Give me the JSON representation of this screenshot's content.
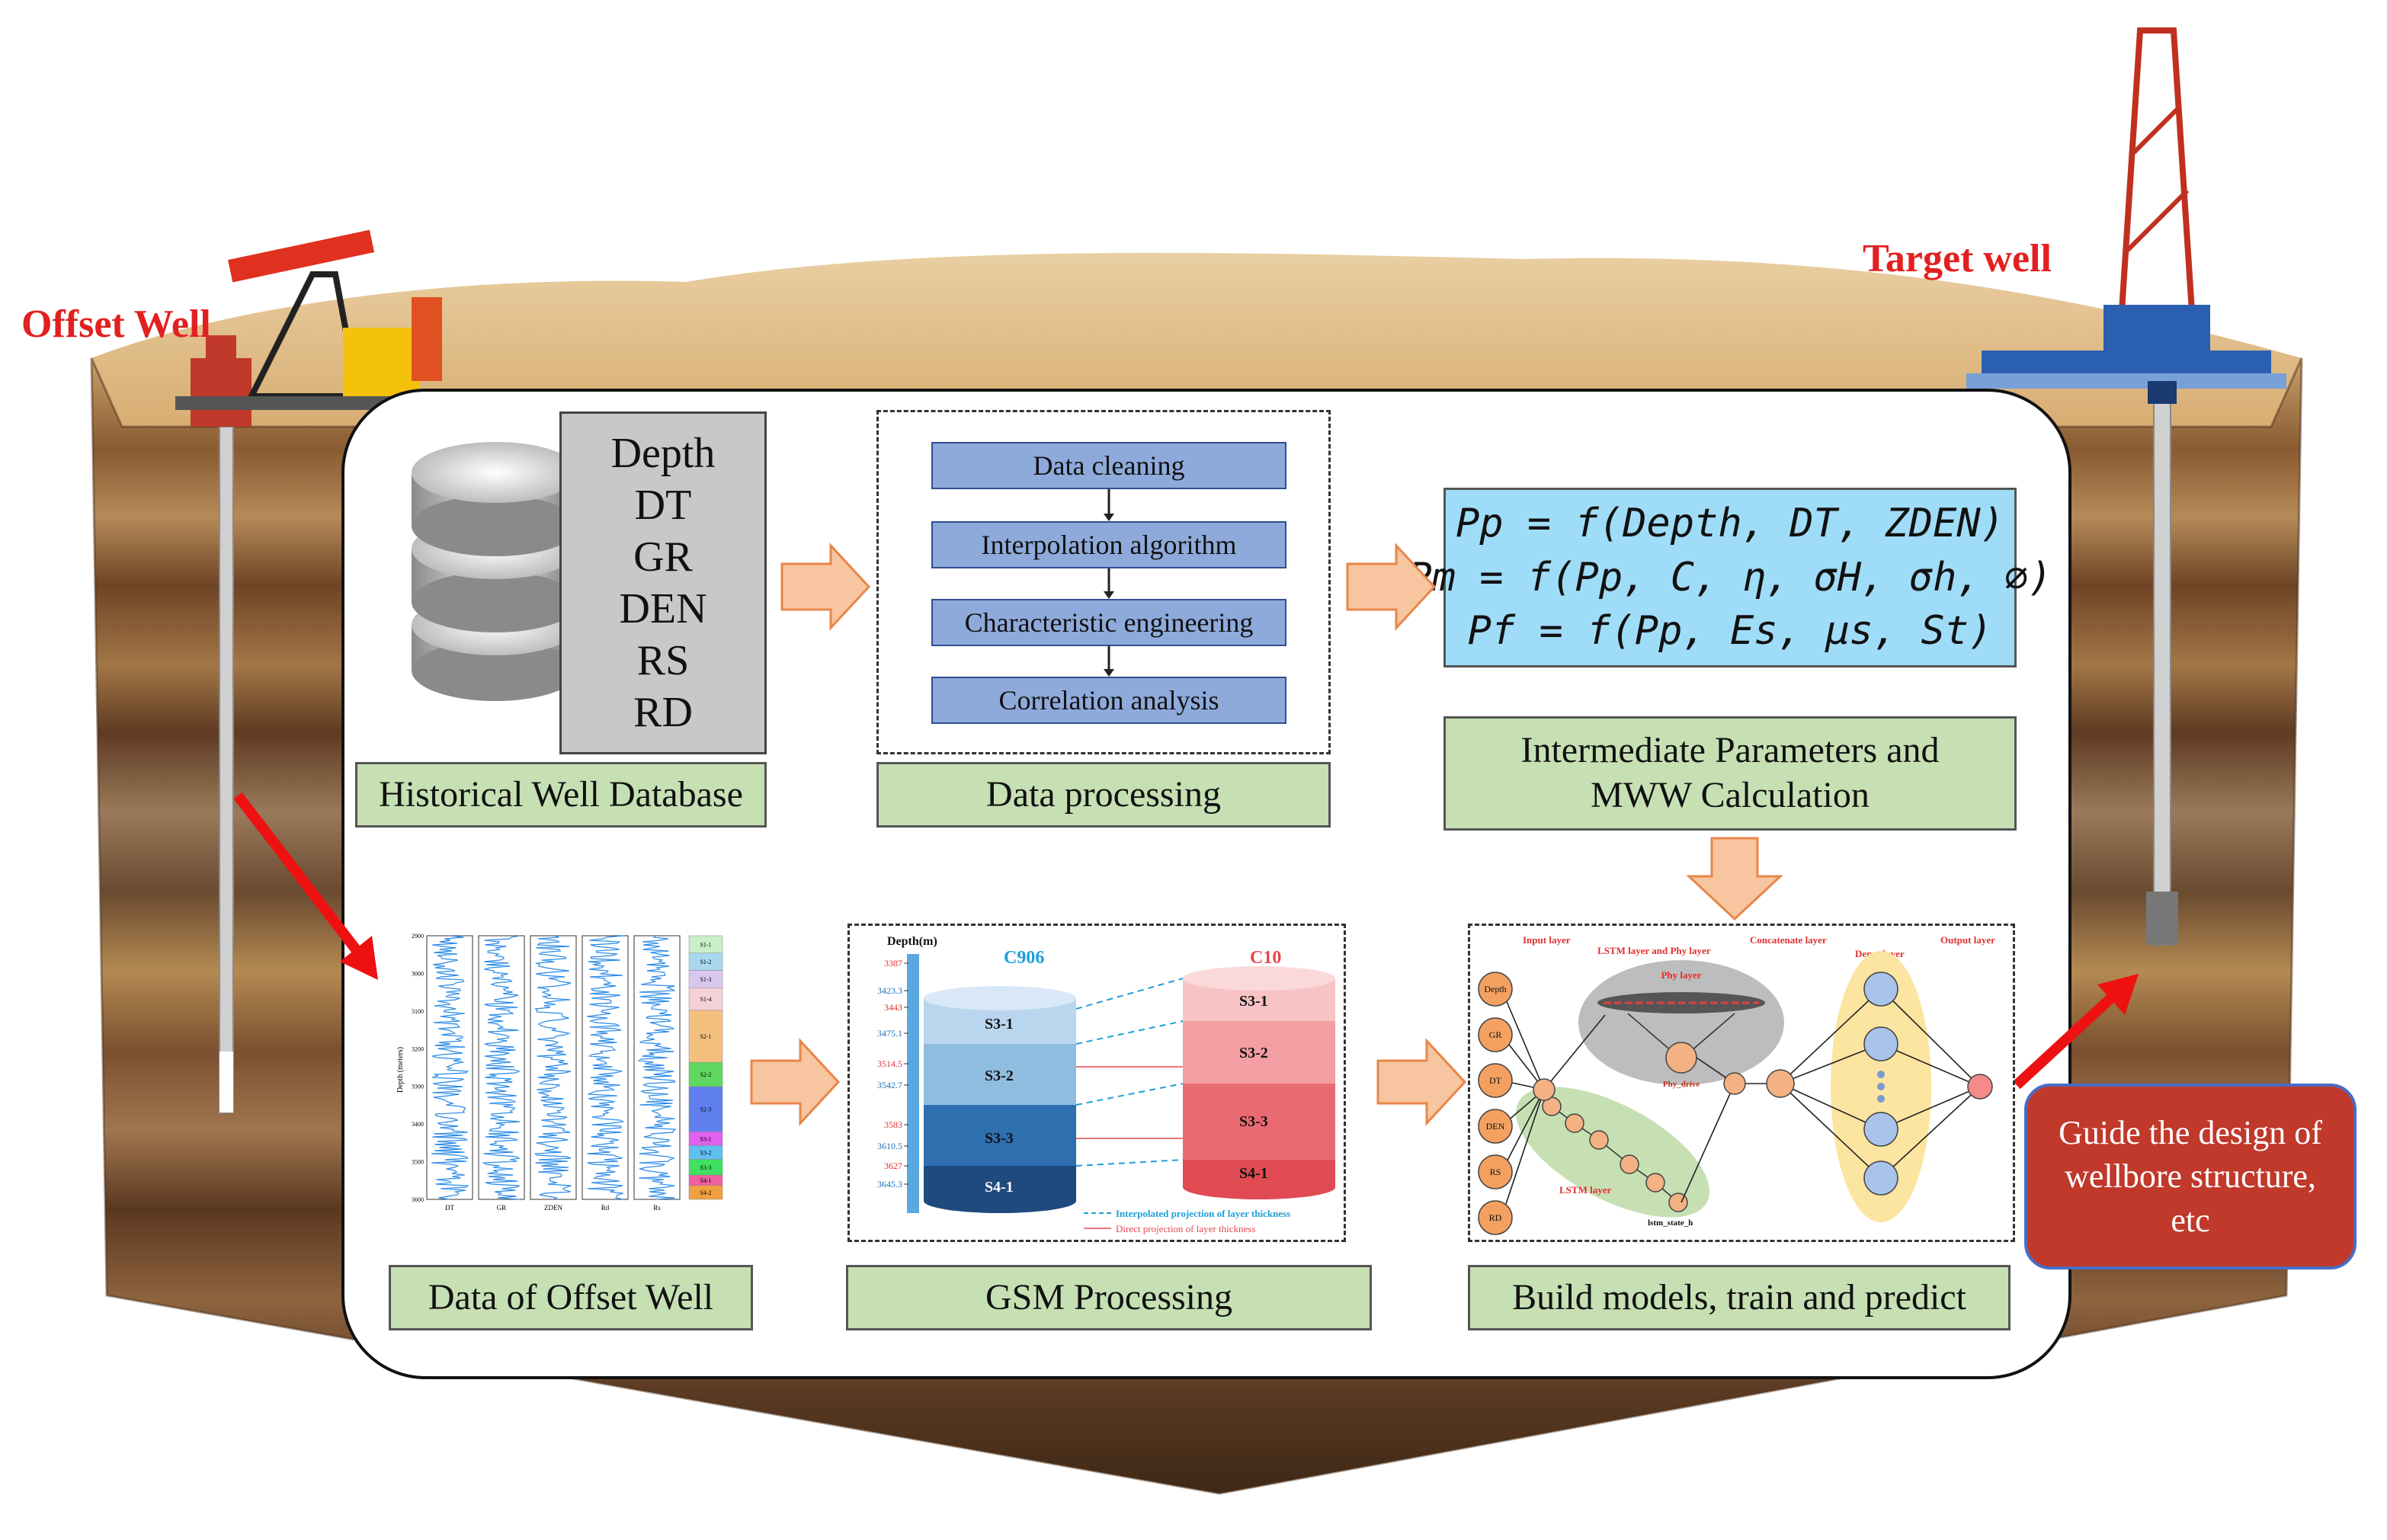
{
  "labels": {
    "offset_well": "Offset Well",
    "target_well": "Target well",
    "historical_db": "Historical Well Database",
    "data_processing": "Data processing",
    "intermediate": "Intermediate Parameters and MWW Calculation",
    "data_offset_well": "Data of Offset Well",
    "gsm_processing": "GSM Processing",
    "build_models": "Build models, train and predict",
    "guide": "Guide the design of wellbore structure, etc"
  },
  "database_params": [
    "Depth",
    "DT",
    "GR",
    "DEN",
    "RS",
    "RD"
  ],
  "processing_steps": [
    "Data cleaning",
    "Interpolation algorithm",
    "Characteristic engineering",
    "Correlation analysis"
  ],
  "formulas": [
    "Pp = f(Depth, DT, ZDEN)",
    "Pm = f(Pp, C, η, σH, σh, ∅)",
    "Pf = f(Pp, Es, μs, St)"
  ],
  "log_tracks": [
    "DT",
    "GR",
    "ZDEN",
    "Rd",
    "Rs"
  ],
  "log_depth_label": "Depth (meters)",
  "log_depth_ticks": [
    "2900",
    "3000",
    "3100",
    "3200",
    "3300",
    "3400",
    "3500",
    "3600"
  ],
  "log_layers": [
    "S1-1",
    "S1-2",
    "S1-3",
    "S1-4",
    "S2-1",
    "S2-2",
    "S2-3",
    "S3-1",
    "S3-2",
    "S3-3",
    "S4-1",
    "S4-2"
  ],
  "log_layer_colors": [
    "#c8f0c8",
    "#a8d8f0",
    "#d8c8f0",
    "#f4d0d8",
    "#f4c080",
    "#60d860",
    "#6080f0",
    "#e060f0",
    "#60c0f0",
    "#40e060",
    "#f060a0",
    "#f0a040"
  ],
  "gsm": {
    "depth_header": "Depth(m)",
    "depth_values": [
      "3387",
      "3423.3",
      "3443",
      "3475.1",
      "3514.5",
      "3542.7",
      "3583",
      "3610.5",
      "3627",
      "3645.3"
    ],
    "well_a": "C906",
    "well_b": "C10",
    "layers": [
      "S3-1",
      "S3-2",
      "S3-3",
      "S4-1"
    ],
    "legend_interp": "Interpolated projection of layer thickness",
    "legend_direct": "Direct projection of layer thickness"
  },
  "nn": {
    "input_layer": "Input layer",
    "lstm_phy_layer": "LSTM layer and Phy layer",
    "concat_layer": "Concatenate layer",
    "dense_layer": "Dense layer",
    "output_layer": "Output layer",
    "phy_layer": "Phy layer",
    "lstm_layer": "LSTM layer",
    "phy_drive": "Phy_drive",
    "lstm_state": "lstm_state_h",
    "inputs": [
      "Depth",
      "GR",
      "DT",
      "DEN",
      "RS",
      "RD"
    ]
  },
  "colors": {
    "title_red": "#e32020",
    "label_green": "#c6e0b4",
    "step_blue": "#8eaadb",
    "formula_blue": "#9fdcf7",
    "arrow_orange": "#f7c59f",
    "guide_red": "#c0392b",
    "gsm_blue": "#1e9fd8",
    "gsm_red": "#e8484f"
  }
}
